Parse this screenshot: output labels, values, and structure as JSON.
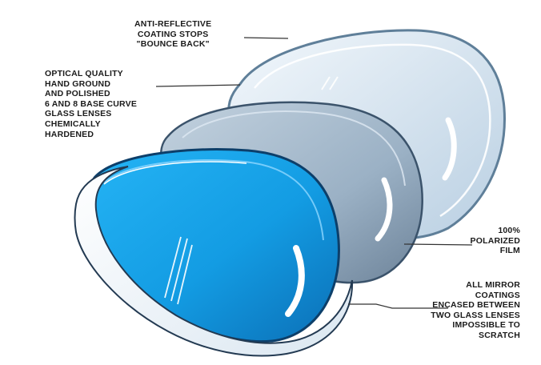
{
  "diagram": {
    "labels": {
      "anti_reflective": [
        "ANTI-REFLECTIVE",
        "COATING  STOPS",
        "\"BOUNCE BACK\""
      ],
      "optical_quality": [
        "OPTICAL QUALITY",
        "HAND GROUND",
        "AND POLISHED",
        "6 and 8 BASE CURVE",
        "GLASS LENSES",
        "CHEMICALLY",
        "HARDENED"
      ],
      "polarized": [
        "100%",
        "POLARIZED",
        "FILM"
      ],
      "mirror": [
        "ALL MIRROR",
        "COATINGS",
        "ENCASED BETWEEN",
        "TWO GLASS LENSES",
        "IMPOSSIBLE TO",
        "SCRATCH"
      ]
    },
    "colors": {
      "back_lens": "#cfe0ef",
      "back_lens_rim": "#5f7f99",
      "gray_lens": "#a7bccf",
      "gray_lens_dark": "#7e93a8",
      "blue_lens": "#1aa0e6",
      "blue_lens_dark": "#0d5f9c",
      "front_clear": "#eef5fb",
      "outline": "#233a52",
      "leader_line": "#333333"
    }
  }
}
